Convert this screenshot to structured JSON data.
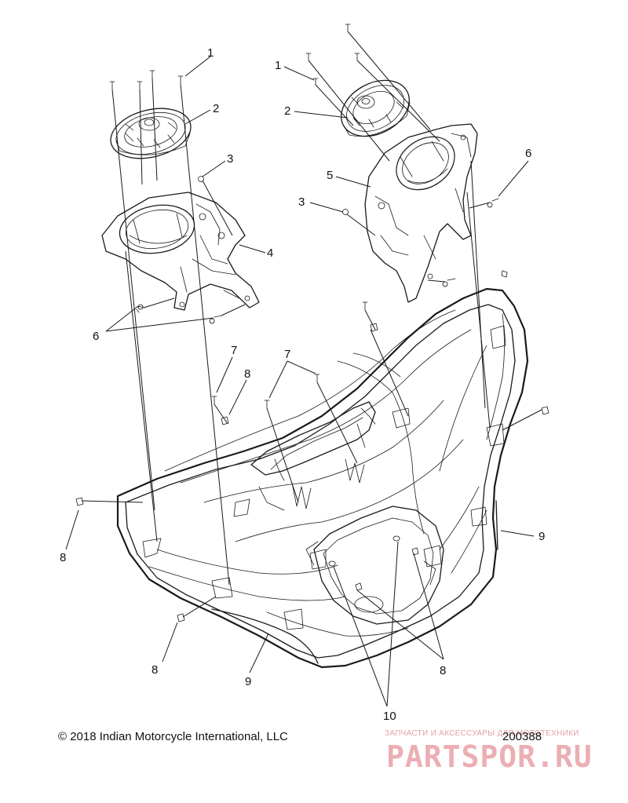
{
  "diagram": {
    "callouts": {
      "c1_left": "1",
      "c1_right": "1",
      "c2_left": "2",
      "c2_right": "2",
      "c3_left": "3",
      "c3_right": "3",
      "c4": "4",
      "c5": "5",
      "c6_left": "6",
      "c6_right": "6",
      "c7_left": "7",
      "c7_right": "7",
      "c8_upper": "8",
      "c8_left": "8",
      "c8_lower": "8",
      "c8_right": "8",
      "c9_left": "9",
      "c9_right": "9",
      "c10": "10"
    }
  },
  "footer": {
    "copyright": "© 2018 Indian Motorcycle International, LLC",
    "part_number": "200388"
  },
  "watermark": {
    "tagline": "ЗАПЧАСТИ И АКСЕССУАРЫ ДЛЯ МОТОТЕХНИКИ",
    "logo": "PARTSPOR.RU"
  }
}
